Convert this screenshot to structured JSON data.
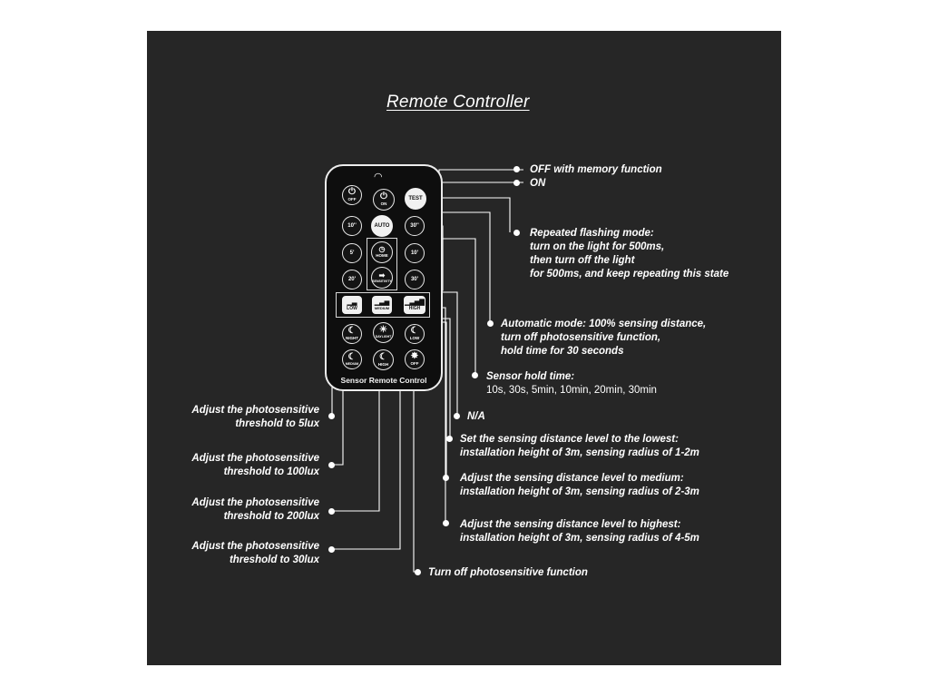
{
  "title": "Remote Controller",
  "remote": {
    "label": "Sensor Remote Control",
    "buttons": {
      "off": "OFF",
      "on": "ON",
      "test": "TEST",
      "t10s": "10''",
      "auto": "AUTO",
      "t30s": "30''",
      "t5m": "5'",
      "home": "HOME",
      "t10m": "10'",
      "t20m": "20'",
      "sensitivity": "SENSITIVITY",
      "t30m": "30'",
      "low": "LOW",
      "medium": "MEDIUM",
      "high": "HIGH",
      "night": "NIGHT",
      "daylight": "DAYLIGHT",
      "lux_low": "LOW",
      "lux_medium": "MEDIUM",
      "lux_high": "HIGH",
      "lux_off": "OFF"
    }
  },
  "annotations": {
    "off": "OFF with memory function",
    "on": "ON",
    "test": [
      "Repeated flashing mode:",
      "turn on the light for 500ms,",
      "then turn off the light",
      "for 500ms, and keep repeating this state"
    ],
    "auto": [
      "Automatic mode: 100% sensing distance,",
      "turn off photosensitive function,",
      "hold time for 30 seconds"
    ],
    "hold": [
      "Sensor hold time:",
      "10s, 30s, 5min, 10min, 20min, 30min"
    ],
    "na": "N/A",
    "low": [
      "Set the sensing distance level to the lowest:",
      "installation height of 3m, sensing radius of 1-2m"
    ],
    "medium": [
      "Adjust the sensing distance level to medium:",
      "installation height of 3m, sensing radius of 2-3m"
    ],
    "high": [
      "Adjust the sensing distance level to highest:",
      "installation height of 3m, sensing radius of 4-5m"
    ],
    "lux5": [
      "Adjust the photosensitive",
      "threshold to 5lux"
    ],
    "lux100": [
      "Adjust the photosensitive",
      "threshold to 100lux"
    ],
    "lux200": [
      "Adjust the photosensitive",
      "threshold to 200lux"
    ],
    "lux30": [
      "Adjust the photosensitive",
      "threshold to 30lux"
    ],
    "photo_off": "Turn off photosensitive function"
  },
  "colors": {
    "background": "#262626",
    "remote": "#0e0e0e",
    "line": "#ffffff",
    "text": "#ffffff"
  }
}
